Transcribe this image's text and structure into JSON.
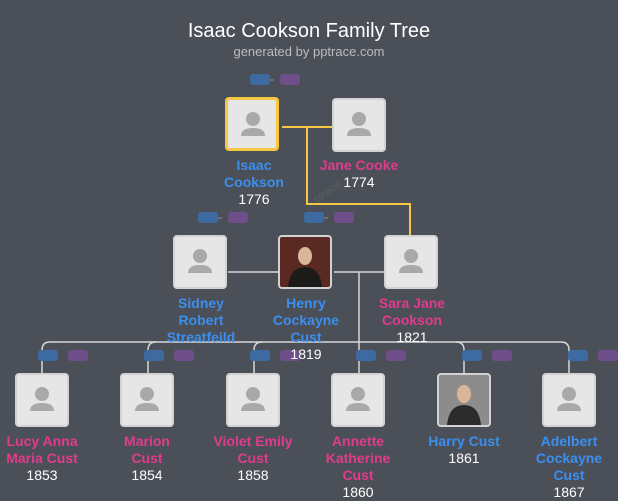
{
  "header": {
    "title": "Isaac Cookson Family Tree",
    "subtitle": "generated by pptrace.com"
  },
  "colors": {
    "background": "#4b4f57",
    "male": "#3b8ff0",
    "female": "#e23b8c",
    "selected_border": "#f5c742",
    "connector": "#d7d7d7",
    "highlight_connector": "#f5c742"
  },
  "people": {
    "isaac": {
      "name": "Isaac Cookson",
      "year": "1776",
      "gender": "male",
      "photo": false,
      "selected": true
    },
    "jane": {
      "name": "Jane Cooke",
      "year": "1774",
      "gender": "female",
      "photo": false
    },
    "sidney": {
      "name": "Sidney Robert Streatfeild",
      "year": "",
      "gender": "male",
      "photo": false
    },
    "henry": {
      "name": "Henry Cockayne Cust",
      "year": "1819",
      "gender": "male",
      "photo": true
    },
    "sara": {
      "name": "Sara Jane Cookson",
      "year": "1821",
      "gender": "female",
      "photo": false
    },
    "lucy": {
      "name": "Lucy Anna Maria Cust",
      "year": "1853",
      "gender": "female",
      "photo": false
    },
    "marion": {
      "name": "Marion Cust",
      "year": "1854",
      "gender": "female",
      "photo": false
    },
    "violet": {
      "name": "Violet Emily Cust",
      "year": "1858",
      "gender": "female",
      "photo": false
    },
    "annette": {
      "name": "Annette Katherine Cust",
      "year": "1860",
      "gender": "female",
      "photo": false
    },
    "harry": {
      "name": "Harry Cust",
      "year": "1861",
      "gender": "male",
      "photo": true
    },
    "adelbert": {
      "name": "Adelbert Cockayne Cust",
      "year": "1867",
      "gender": "male",
      "photo": false
    }
  },
  "icons": {
    "placeholder": "person-silhouette-icon",
    "expand_up": "expand-parents-icon",
    "expand_down": "expand-children-icon"
  }
}
